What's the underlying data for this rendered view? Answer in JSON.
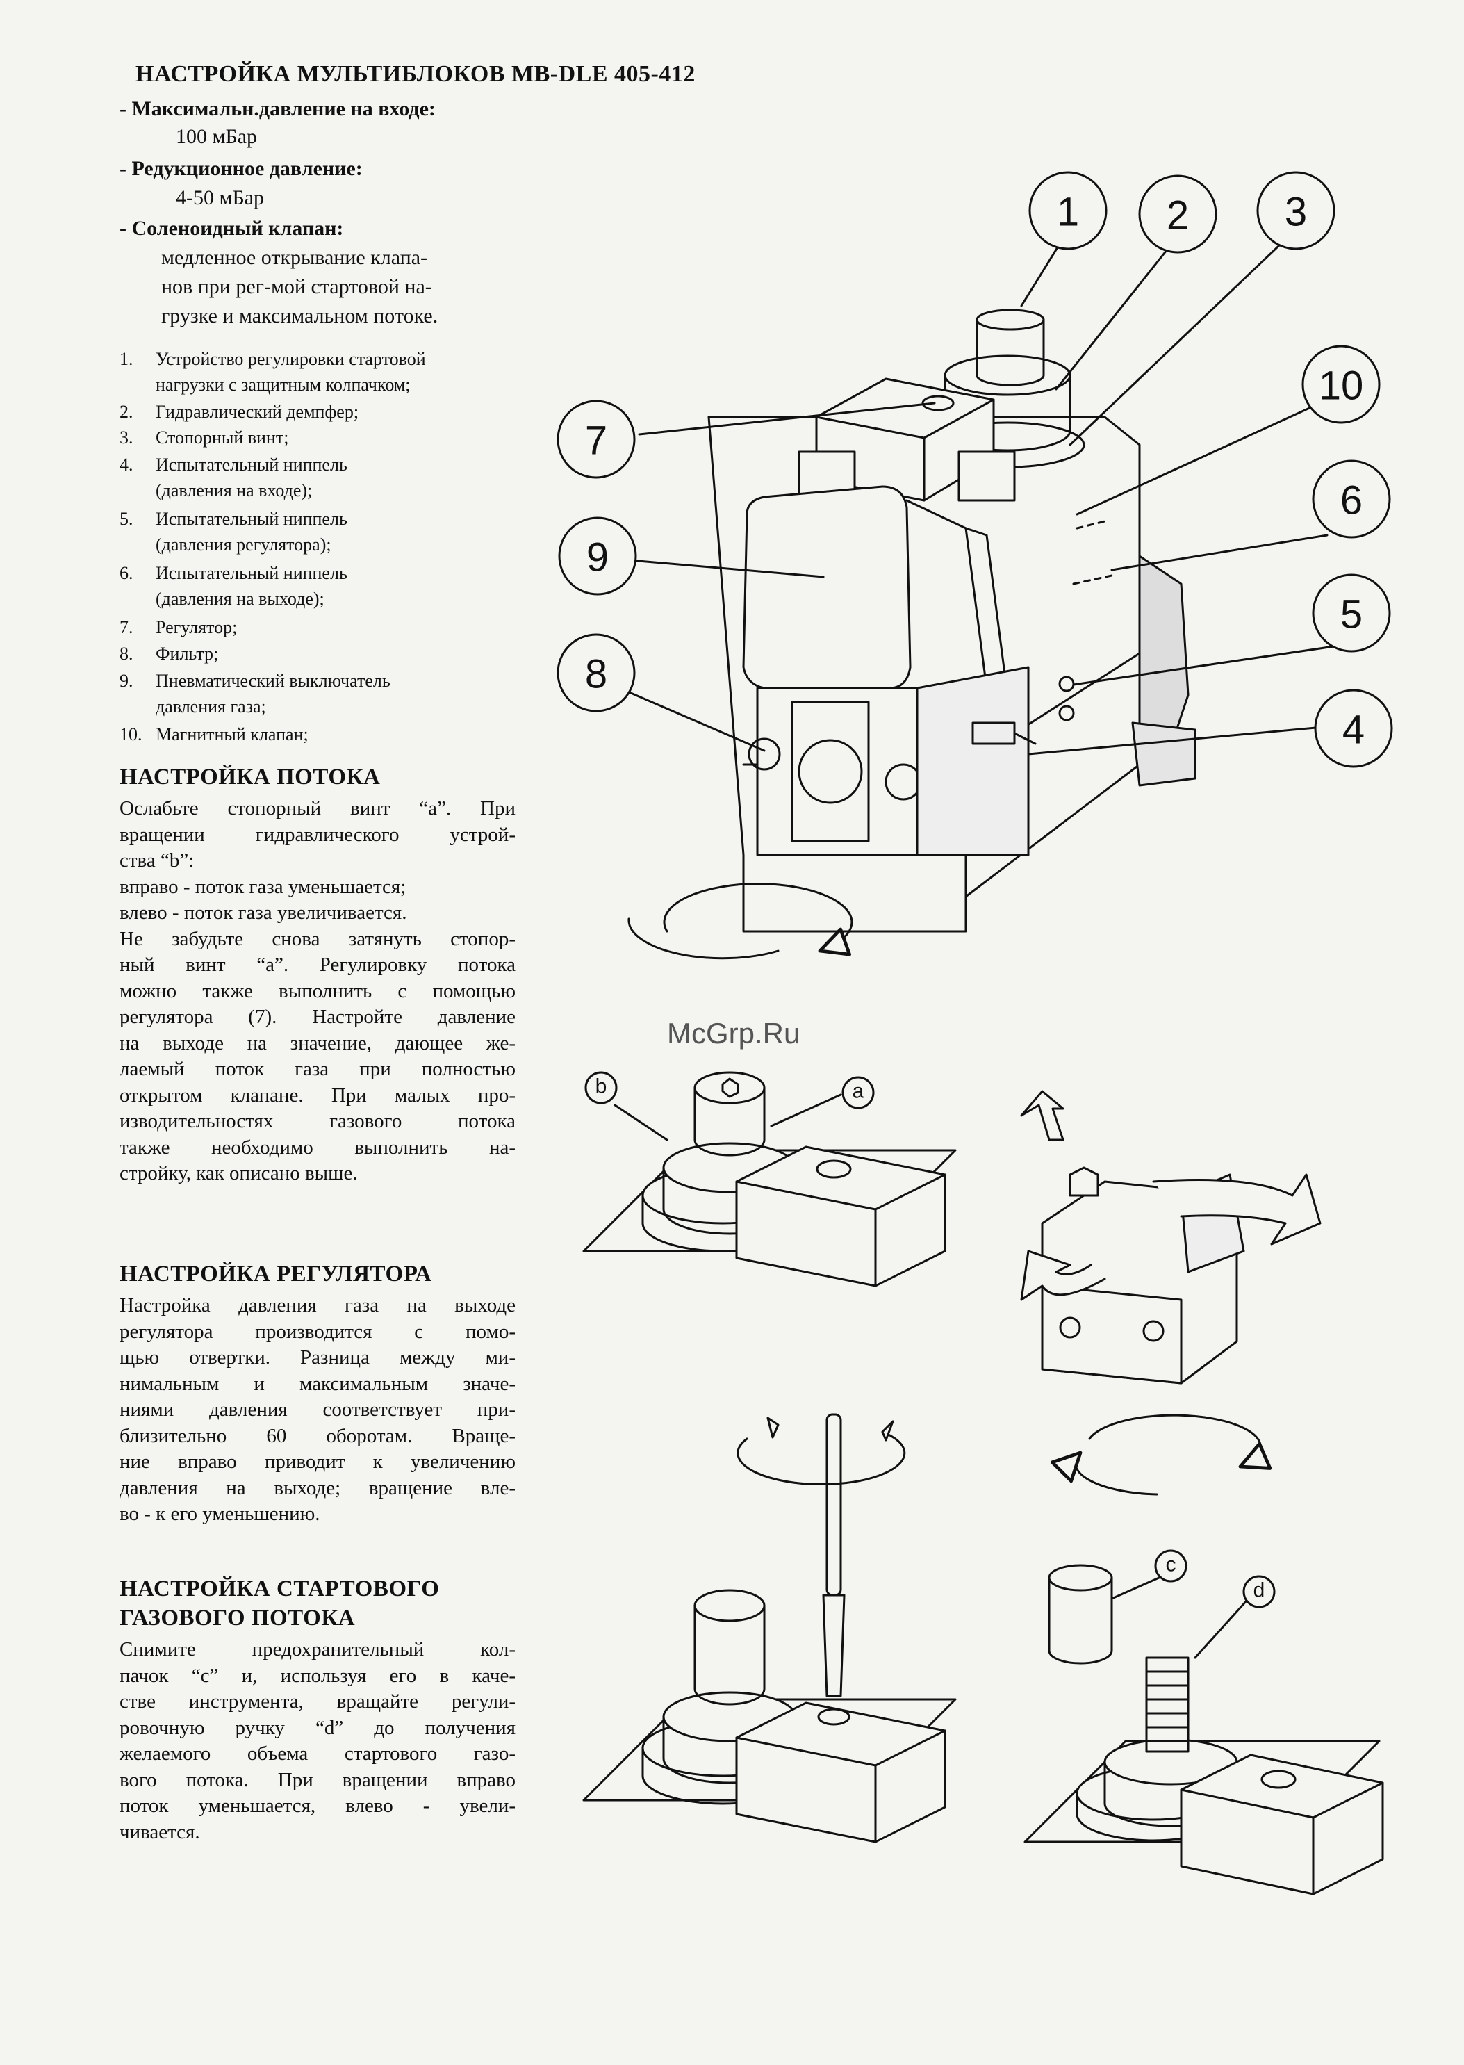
{
  "title": "НАСТРОЙКА МУЛЬТИБЛОКОВ МВ-DLE 405-412",
  "specs": [
    {
      "label": "- Максимальн.давление на входе:",
      "value": "100 мБар"
    },
    {
      "label": "- Редукционное давление:",
      "value": "4-50 мБар"
    },
    {
      "label": "- Соленоидный клапан:",
      "lines": [
        "медленное открывание клапа-",
        "нов при рег-мой стартовой на-",
        "грузке и максимальном потоке."
      ]
    }
  ],
  "parts": [
    {
      "num": "1.",
      "lines": [
        "Устройство регулировки стартовой",
        "нагрузки с защитным колпачком;"
      ]
    },
    {
      "num": "2.",
      "lines": [
        "Гидравлический демпфер;"
      ]
    },
    {
      "num": "3.",
      "lines": [
        "Стопорный винт;"
      ]
    },
    {
      "num": "4.",
      "lines": [
        "Испытательный ниппель",
        "(давления на входе);"
      ]
    },
    {
      "num": "5.",
      "lines": [
        "Испытательный ниппель",
        "(давления регулятора);"
      ]
    },
    {
      "num": "6.",
      "lines": [
        "Испытательный ниппель",
        "(давления на выходе);"
      ]
    },
    {
      "num": "7.",
      "lines": [
        "Регулятор;"
      ]
    },
    {
      "num": "8.",
      "lines": [
        "Фильтр;"
      ]
    },
    {
      "num": "9.",
      "lines": [
        "Пневматический выключатель",
        "давления газа;"
      ]
    },
    {
      "num": "10.",
      "lines": [
        "Магнитный клапан;"
      ]
    }
  ],
  "sections": {
    "flow": {
      "heading": "НАСТРОЙКА ПОТОКА",
      "lines": [
        "Ослабьте стопорный винт “a”. При",
        "вращении гидравлического устрой-",
        "ства “b”:",
        "вправо - поток газа уменьшается;",
        "влево   - поток газа увеличивается.",
        "Не забудьте снова затянуть стопор-",
        "ный винт “a”. Регулировку потока",
        "можно также выполнить с помощью",
        "регулятора (7). Настройте давление",
        "на выходе на значение, дающее же-",
        "лаемый поток газа при полностью",
        "открытом клапане. При малых про-",
        "изводительностях газового потока",
        "также необходимо выполнить на-",
        "стройку, как описано выше."
      ]
    },
    "regulator": {
      "heading": "НАСТРОЙКА РЕГУЛЯТОРА",
      "lines": [
        "Настройка давления газа на выходе",
        "регулятора производится с помо-",
        "щью отвертки. Разница между ми-",
        "нимальным и максимальным значе-",
        "ниями давления соответствует при-",
        "близительно 60 оборотам. Враще-",
        "ние вправо приводит к увеличению",
        "давления на выходе; вращение вле-",
        "во - к его уменьшению."
      ]
    },
    "start": {
      "heading_lines": [
        "НАСТРОЙКА СТАРТОВОГО",
        "ГАЗОВОГО ПОТОКА"
      ],
      "lines": [
        "Снимите предохранительный кол-",
        "пачок “c” и, используя его в каче-",
        "стве инструмента, вращайте регули-",
        "ровочную ручку “d” до получения",
        "желаемого объема стартового газо-",
        "вого потока. При вращении вправо",
        "поток уменьшается, влево - увели-",
        "чивается."
      ]
    }
  },
  "figure": {
    "callouts": [
      "1",
      "2",
      "3",
      "4",
      "5",
      "6",
      "7",
      "8",
      "9",
      "10"
    ],
    "small_labels": [
      "b",
      "a",
      "c",
      "d"
    ]
  },
  "watermark": "McGrp.Ru"
}
